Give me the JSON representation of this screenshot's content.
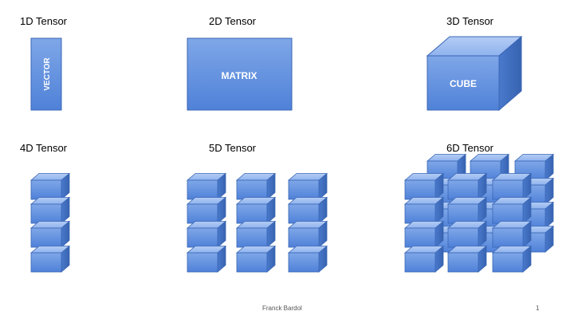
{
  "labels": {
    "t1d": "1D Tensor",
    "t2d": "2D Tensor",
    "t3d": "3D Tensor",
    "t4d": "4D Tensor",
    "t5d": "5D Tensor",
    "t6d": "6D Tensor"
  },
  "shapes": {
    "vector": "VECTOR",
    "matrix": "MATRIX",
    "cube": "CUBE"
  },
  "footer": {
    "author": "Franck Bardol",
    "page": "1"
  },
  "colors": {
    "front_top": "#7fa7e8",
    "front_bottom": "#4f81d8",
    "top_face": "#9dbcf0",
    "side_face": "#3f6fc0",
    "edge": "#3a66b5"
  }
}
